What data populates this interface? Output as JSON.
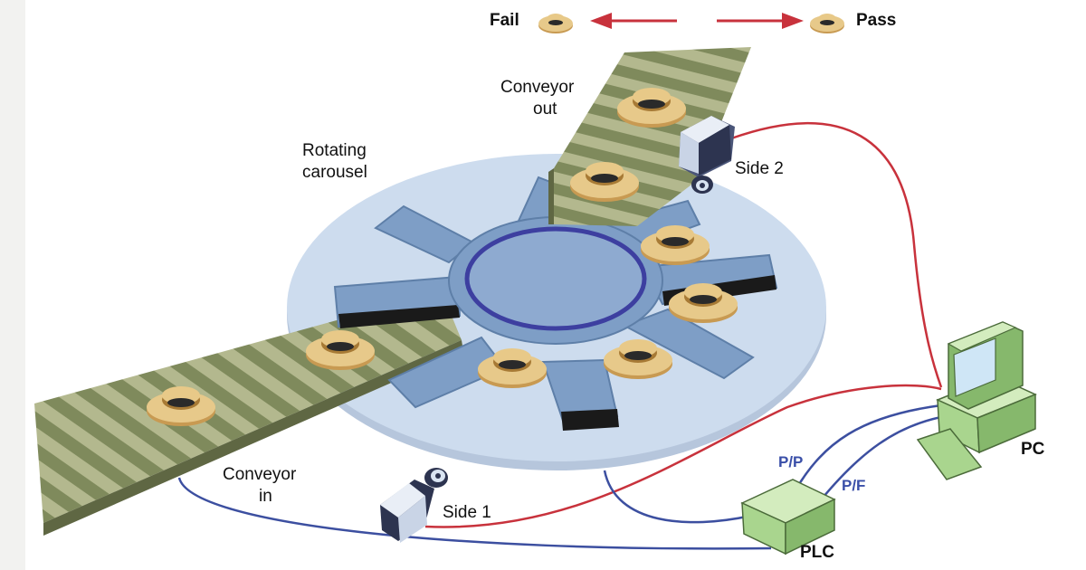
{
  "labels": {
    "fail": "Fail",
    "pass": "Pass",
    "conveyor_out_line1": "Conveyor",
    "conveyor_out_line2": "out",
    "rotating_line1": "Rotating",
    "rotating_line2": "carousel",
    "side2": "Side 2",
    "conveyor_in_line1": "Conveyor",
    "conveyor_in_line2": "in",
    "side1": "Side 1",
    "pp": "P/P",
    "pf": "P/F",
    "plc": "PLC",
    "pc": "PC"
  },
  "colors": {
    "signal_red": "#c8323c",
    "signal_blue": "#3c4fa0",
    "carousel_disc": "#cddcee",
    "carousel_star": "#7e9ec6",
    "conveyor_stripe_dark": "#7f8a5c",
    "conveyor_stripe_light": "#b3b88e",
    "part_tan": "#e0bf79",
    "equipment_green": "#a9d58e"
  },
  "icons": [
    "camera-icon",
    "computer-icon",
    "plc-box-icon",
    "part-icon",
    "arrow-left-icon",
    "arrow-right-icon"
  ]
}
